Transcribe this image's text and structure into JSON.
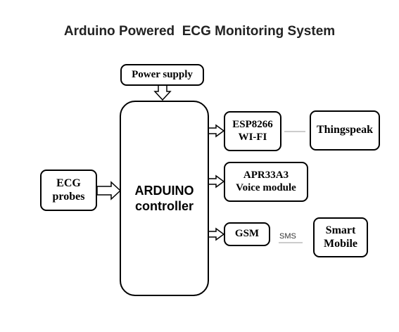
{
  "title": "Arduino Powered  ECG Monitoring System",
  "blocks": {
    "power_supply": "Power supply",
    "controller": "ARDUINO\ncontroller",
    "ecg_probes": "ECG\nprobes",
    "esp8266": "ESP8266\nWI-FI",
    "thingspeak": "Thingspeak",
    "voice_module": "APR33A3\nVoice module",
    "gsm": "GSM",
    "smart_mobile": "Smart\nMobile"
  },
  "links": {
    "sms_label": "SMS"
  },
  "colors": {
    "stroke": "#000000",
    "connector": "#999999",
    "background": "#ffffff"
  }
}
